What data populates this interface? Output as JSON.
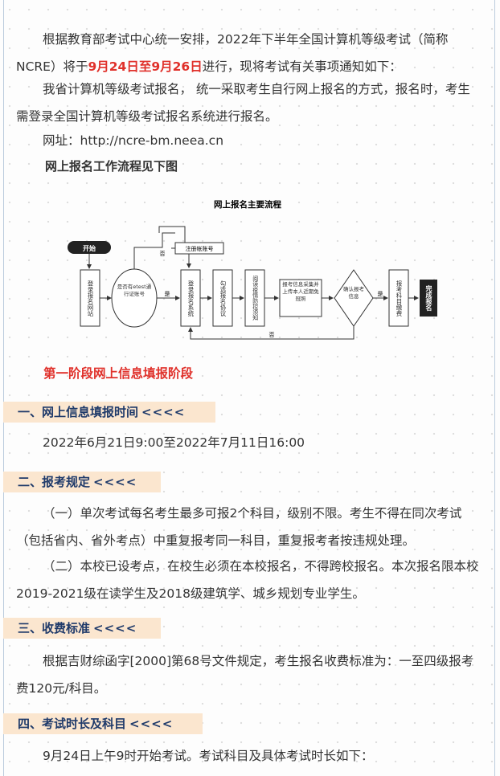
{
  "intro": {
    "p1_a": "根据教育部考试中心统一安排，2022年下半年全国计算机等级考试（简称NCRE）将于",
    "p1_date": "9月24日至9月26日",
    "p1_b": "进行，现将考试有关事项通知如下：",
    "p2": "我省计算机等级考试报名， 统一采取考生自行网上报名的方式，报名时，考生需登录全国计算机等级考试报名系统进行报名。",
    "url_label": "网址：http://ncre-bm.neea.cn",
    "flow_caption": "网上报名工作流程见下图"
  },
  "flowchart": {
    "title": "网上报名主要流程",
    "start": "开始",
    "step1": "登录报名网站",
    "decision1": "是否有etest通行证账号",
    "register": "注册帐账号",
    "no1": "否",
    "yes1": "是",
    "step2": "登录报名系统",
    "step3": "勾选报名协议",
    "step4": "阅读疫情防控须知",
    "step5": "报考信息采集并上传本人近期免冠照",
    "decision2": "确认报考信息",
    "yes2": "是",
    "no2": "否",
    "step6": "报考科目缴费",
    "end": "完成报名"
  },
  "phase_title": "第一阶段网上信息填报阶段",
  "sections": [
    {
      "title": "一、网上信息填报时间",
      "arrows": "<<<<"
    },
    {
      "title": "二、报考规定",
      "arrows": "<<<<"
    },
    {
      "title": "三、收费标准",
      "arrows": "<<<<"
    },
    {
      "title": "四、考试时长及科目",
      "arrows": "<<<<"
    }
  ],
  "s1_text": "2022年6月21日9:00至2022年7月11日16:00",
  "s2_p1": "（一）单次考试每名考生最多可报2个科目，级别不限。考生不得在同次考试（包括省内、省外考点）中重复报考同一科目，重复报考者按违规处理。",
  "s2_p2": "（二）本校已设考点，在校生必须在本校报名，不得跨校报名。本次报名限本校2019-2021级在读学生及2018级建筑学、城乡规划专业学生。",
  "s3_text": "根据吉财综函字[2000]第68号文件规定，考生报名收费标准为：一至四级报考费120元/科目。",
  "s4_text": "9月24日上午9时开始考试。考试科目及具体考试时长如下："
}
